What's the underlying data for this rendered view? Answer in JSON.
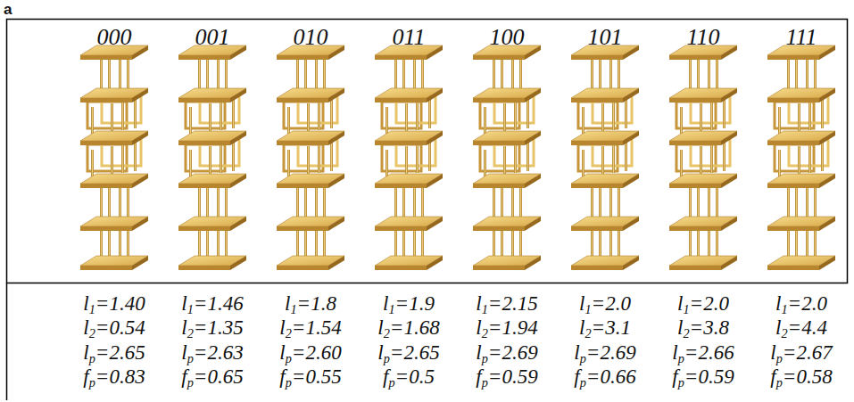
{
  "diagram": {
    "labels": [
      "a",
      "000",
      "001",
      "010",
      "011",
      "100",
      "101",
      "110",
      "111",
      "l1=1.40",
      "l1=1.46",
      "l1=1.8",
      "l1=1.9",
      "l1=2.15",
      "l1=2.0",
      "l1=2.0",
      "l1=2.0",
      "l2=0.54",
      "l2=1.35",
      "l2=1.54",
      "l2=1.68",
      "l2=1.94",
      "l2=3.1",
      "l2=3.8",
      "l2=4.4",
      "lp=2.65",
      "lp=2.63",
      "lp=2.60",
      "lp=2.65",
      "lp=2.69",
      "lp=2.69",
      "lp=2.66",
      "lp=2.67",
      "fp=0.83",
      "fp=0.65",
      "fp=0.55",
      "fp=0.5",
      "fp=0.59",
      "fp=0.66",
      "fp=0.59",
      "fp=0.58"
    ]
  }
}
